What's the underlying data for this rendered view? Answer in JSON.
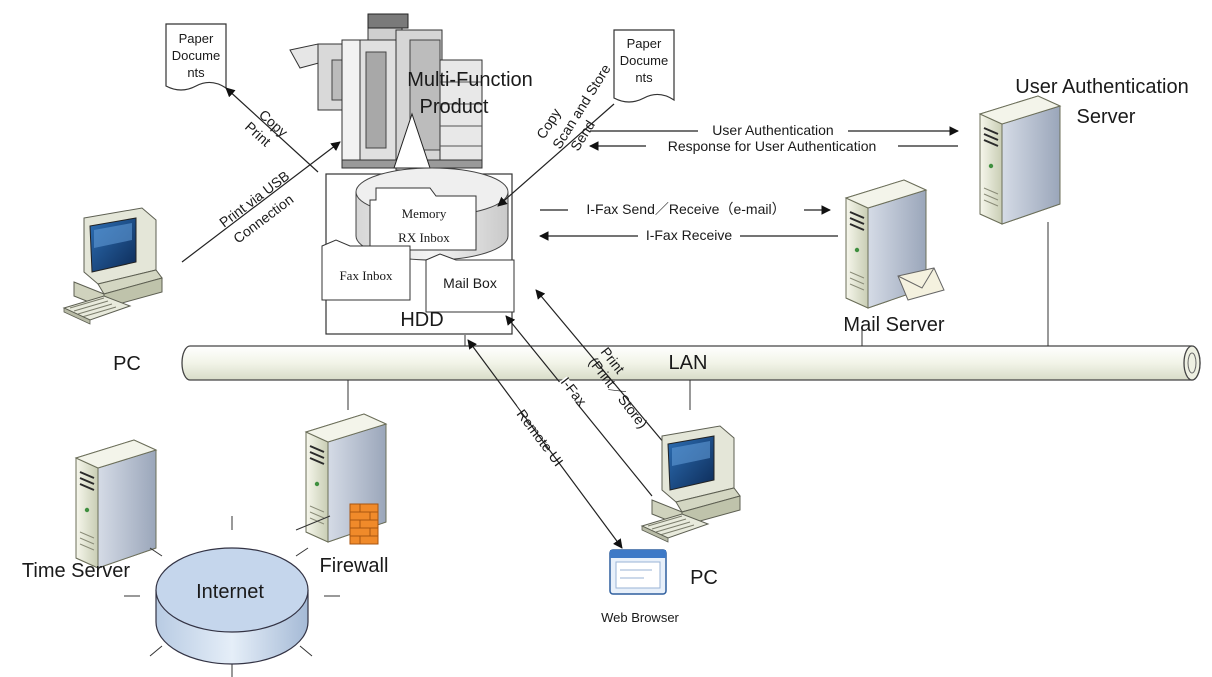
{
  "labels": {
    "paper_docs_left": [
      "Paper",
      "Docume",
      "nts"
    ],
    "paper_docs_right": [
      "Paper",
      "Docume",
      "nts"
    ],
    "mfp_title": [
      "Multi-Function",
      "Product"
    ],
    "copy_print_left": [
      "Copy",
      "Print"
    ],
    "print_usb": [
      "Print via USB",
      "Connection"
    ],
    "copy_scan_send": [
      "Copy",
      "Scan and Store",
      "Send"
    ],
    "user_auth": "User Authentication",
    "response_auth": "Response for User Authentication",
    "user_auth_server": [
      "User Authentication",
      "Server"
    ],
    "ifax_send_receive": "I-Fax Send／Receive（e-mail）",
    "ifax_receive": "I-Fax Receive",
    "memory": "Memory",
    "rx_inbox": "RX Inbox",
    "fax_inbox": "Fax Inbox",
    "mail_box": "Mail Box",
    "hdd": "HDD",
    "mail_server": "Mail Server",
    "pc_left": "PC",
    "lan": "LAN",
    "print_store": [
      "Print",
      "(Print／Store)"
    ],
    "ifax_diag": "I-Fax",
    "remote_ui": "Remote UI",
    "time_server": "Time Server",
    "firewall": "Firewall",
    "internet": "Internet",
    "pc_right": "PC",
    "web_browser": "Web Browser"
  }
}
